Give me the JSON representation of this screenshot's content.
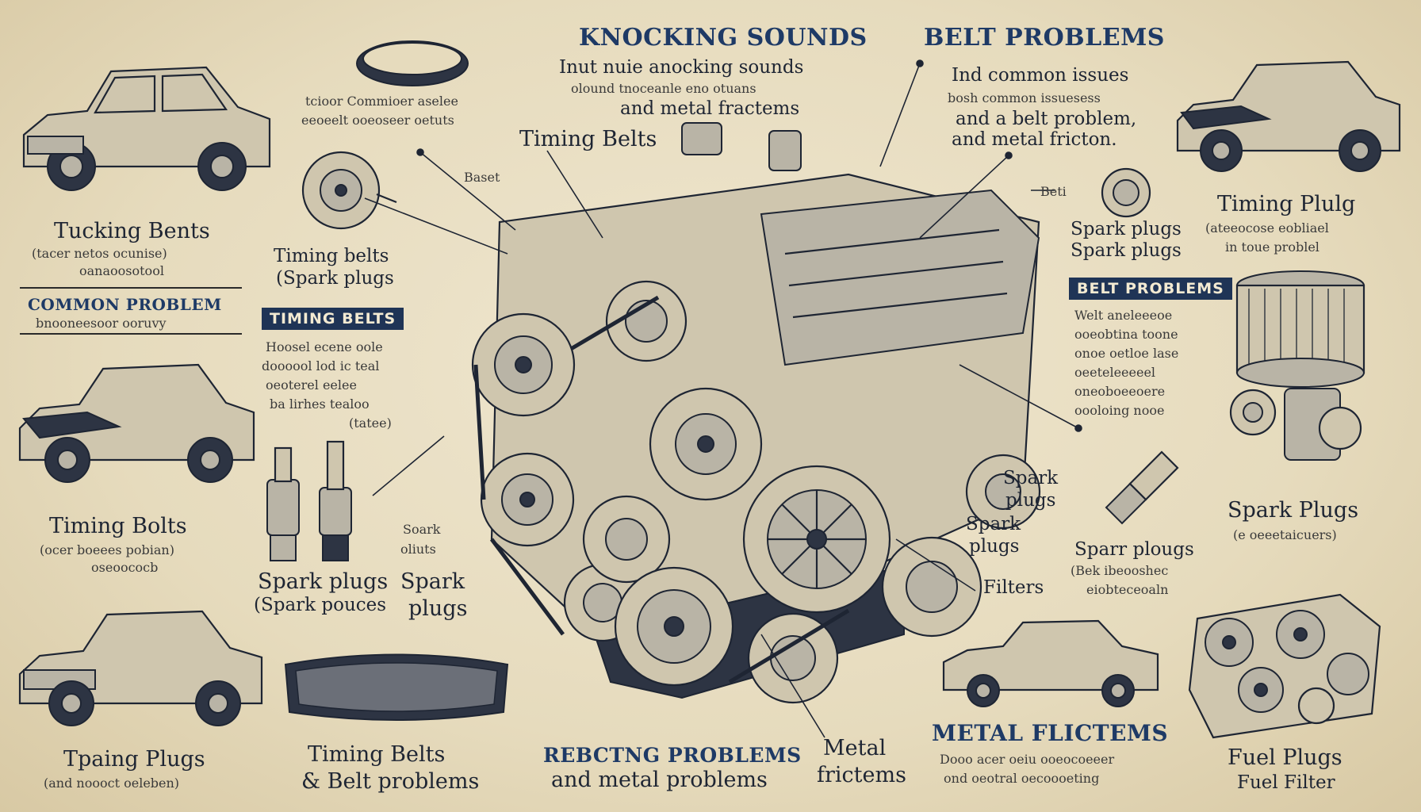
{
  "headings": {
    "knocking_sounds": "KNOCKING SOUNDS",
    "belt_problems": "BELT PROBLEMS",
    "common_problem": "COMMON PROBLEM",
    "metal_frictems": "METAL FLICTEMS",
    "rebcting_problems": "REBCTNG PROBLEMS"
  },
  "banners": {
    "timing_belts": "TIMING BELTS",
    "belt_problems": "BELT PROBLEMS"
  },
  "center_top": {
    "line1": "Inut nuie anocking sounds",
    "line2": "olound tnoceanle eno otuans",
    "line3": "and metal fractems"
  },
  "right_top": {
    "line1": "Ind common issues",
    "line2": "bosh common issuesess",
    "line3": "and a belt problem,",
    "line4": "and metal fricton."
  },
  "labels": {
    "tucking_bents": "Tucking Bents",
    "tucking_sub1": "(tacer netos ocunise)",
    "tucking_sub2": "oanaoosotool",
    "common_sub": "bnooneesoor ooruvy",
    "timing_bolts": "Timing Bolts",
    "timing_bolts_sub1": "(ocer boeees pobian)",
    "timing_bolts_sub2": "oseoococb",
    "tpaing_plugs": "Tpaing Plugs",
    "tpaing_sub": "(and noooct oeleben)",
    "timing_belts_bottom": "Timing Belts",
    "belt_problems_bottom": "& Belt problems",
    "and_metal_problems": "and metal problems",
    "metal": "Metal",
    "frictems": "frictems",
    "metal_sub1": "Dooo acer oeiu ooeocoeeer",
    "metal_sub2": "ond oeotral oecoooeting",
    "fuel_plugs": "Fuel Plugs",
    "fuel_filter": "Fuel Filter",
    "spark_plugs_right": "Spark Plugs",
    "spark_plugs_right_sub": "(e oeeetaicuers)",
    "timing_plulg": "Timing Plulg",
    "timing_plulg_sub1": "(ateeocose eobliael",
    "timing_plulg_sub2": "in toue problel",
    "timing_belts_top": "Timing Belts",
    "timing_belts_left": "Timing belts",
    "spark_plugs_left": "(Spark plugs",
    "small_desc1": "tcioor Commioer aselee",
    "small_desc2": "eeoeelt ooeoseer oetuts",
    "baset": "Baset",
    "beti": "Beti",
    "spark_plugs_r1": "Spark plugs",
    "spark_plugs_r2": "Spark plugs",
    "banner_timing_text": [
      "Hoosel ecene oole",
      "doooool lod ic teal",
      "oeoterel eelee",
      "ba lirhes tealoo",
      "(tatee)"
    ],
    "banner_belt_text": [
      "Welt aneleeeoe",
      "ooeobtina toone",
      "onoe oetloe lase",
      "oeeteleeeeel",
      "oneoboeeoere",
      "oooloing nooe"
    ],
    "spark_small": "Soark",
    "oliuts": "oliuts",
    "spark_plugs_a": "Spark plugs",
    "spark_plugs_b": "Spark",
    "spark_poouces": "(Spark pouces",
    "plugs_b": "plugs",
    "spark_plugs_mid1": "Spark",
    "spark_plugs_mid2": "plugs",
    "spark_plugs_mid3": "Spark",
    "spark_plugs_mid4": "plugs",
    "filters": "Filters",
    "sparr_plougs": "Sparr plougs",
    "sparr_sub1": "(Bek ibeooshec",
    "sparr_sub2": "eiobteceoaln"
  },
  "colors": {
    "paper": "#e9dfc5",
    "ink": "#1e2533",
    "heading_blue": "#1e3a66",
    "banner_bg": "#1f3456"
  },
  "icons": [
    "car-icon",
    "engine-icon",
    "spark-plug-icon",
    "belt-icon",
    "pulley-icon",
    "air-filter-icon"
  ]
}
